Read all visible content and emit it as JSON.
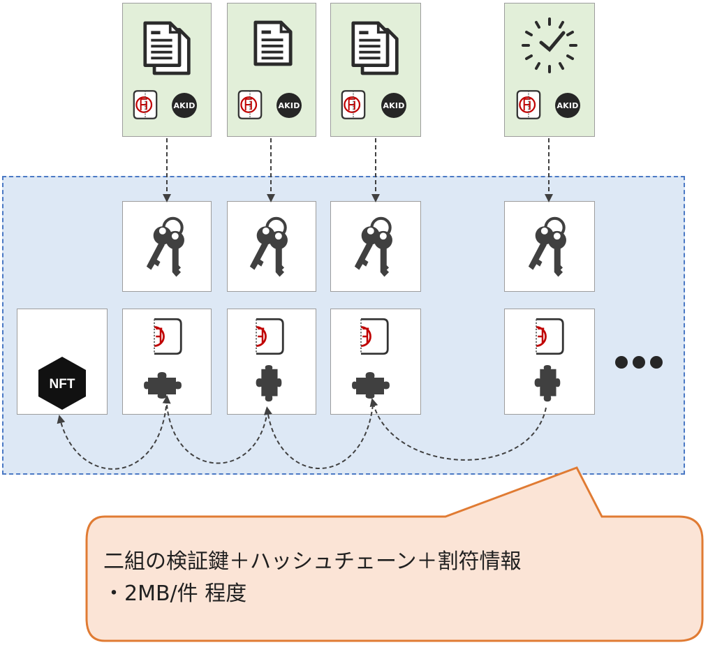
{
  "documents": [
    {
      "icon": "documents-stack-icon",
      "badge": "AKID"
    },
    {
      "icon": "document-icon",
      "badge": "AKID"
    },
    {
      "icon": "documents-stack-icon",
      "badge": "AKID"
    },
    {
      "icon": "clock-icon",
      "badge": "AKID"
    }
  ],
  "nft_label": "NFT",
  "callout": {
    "line1": "二組の検証鍵＋ハッシュチェーン＋割符情報",
    "line2": "・2MB/件 程度"
  },
  "colors": {
    "doc_card": "#e2efd9",
    "region_fill": "#dde8f5",
    "region_border": "#4a78c4",
    "callout_fill": "#fbe4d6",
    "callout_border": "#e07b33",
    "seal_red": "#c00000",
    "icon_dark": "#404040"
  }
}
